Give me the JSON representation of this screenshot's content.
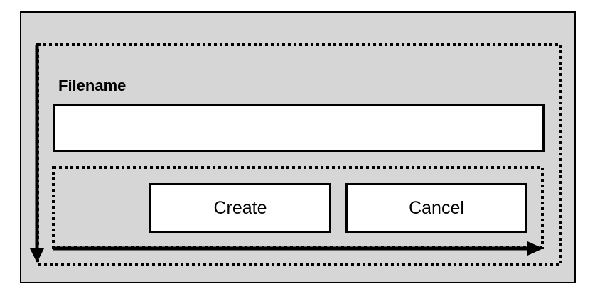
{
  "form": {
    "filename_label": "Filename",
    "filename_value": "",
    "create_label": "Create",
    "cancel_label": "Cancel"
  },
  "colors": {
    "background": "#d6d6d6",
    "stroke": "#000000"
  }
}
